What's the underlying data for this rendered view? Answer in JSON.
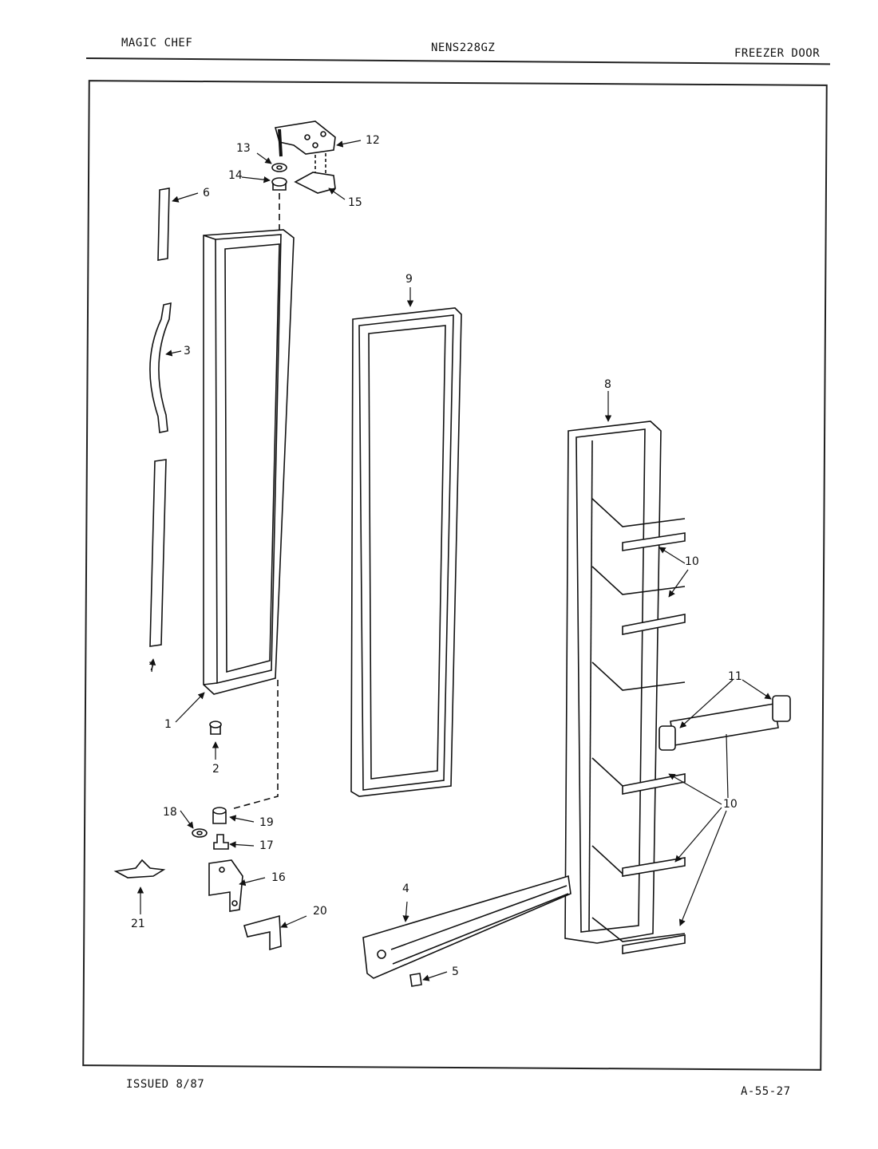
{
  "header": {
    "brand": "MAGIC CHEF",
    "model": "NENS228GZ",
    "section": "FREEZER DOOR"
  },
  "footer": {
    "issued": "ISSUED 8/87",
    "code": "A-55-27"
  },
  "callouts": {
    "c1": "1",
    "c2": "2",
    "c3": "3",
    "c4": "4",
    "c5": "5",
    "c6": "6",
    "c7": "7",
    "c8": "8",
    "c9": "9",
    "c10a": "10",
    "c10b": "10",
    "c11": "11",
    "c12": "12",
    "c13": "13",
    "c14": "14",
    "c15": "15",
    "c16": "16",
    "c17": "17",
    "c18": "18",
    "c19": "19",
    "c20": "20",
    "c21": "21"
  }
}
